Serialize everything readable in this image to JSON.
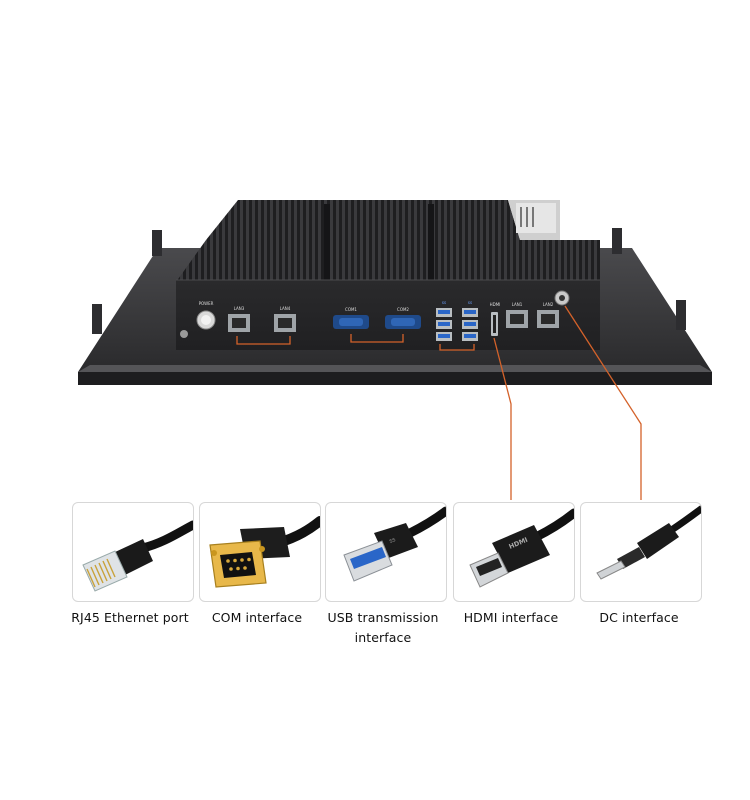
{
  "device_labels": {
    "power": "POWER",
    "lan3": "LAN3",
    "lan4": "LAN4",
    "com1": "COM1",
    "com2": "COM2",
    "hdmi": "HDMI",
    "lan1": "LAN1",
    "lan2": "LAN2"
  },
  "connectors": [
    {
      "icon": "rj45-plug-icon",
      "caption": "RJ45 Ethernet port"
    },
    {
      "icon": "db9-serial-plug-icon",
      "caption": "COM interface"
    },
    {
      "icon": "usb-plug-icon",
      "caption": "USB transmission interface"
    },
    {
      "icon": "hdmi-plug-icon",
      "caption": "HDMI interface"
    },
    {
      "icon": "dc-jack-plug-icon",
      "caption": "DC interface"
    }
  ],
  "hdmi_plug_text": "HDMI",
  "colors": {
    "leader_line": "#d4622a",
    "chassis": "#2b2b2d",
    "bezel": "#3a3a3c",
    "port_blue": "#2a66c8"
  }
}
